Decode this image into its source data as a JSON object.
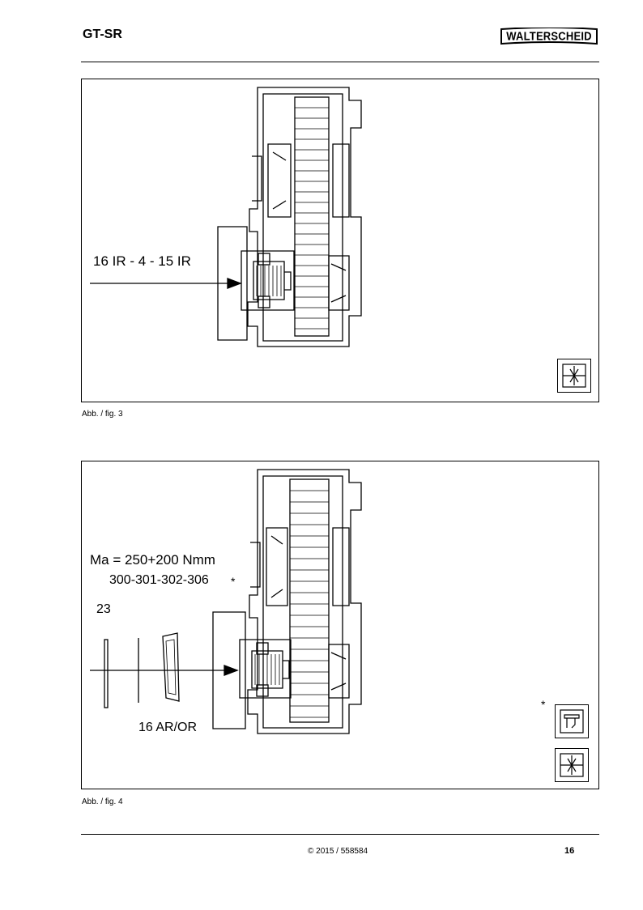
{
  "header": {
    "title": "GT-SR",
    "logo_text": "WALTERSCHEID"
  },
  "figure3": {
    "caption": "Abb. / fig. 3",
    "callouts": {
      "main": "16 IR - 4 - 15 IR"
    },
    "icons": [
      "press-fit-icon"
    ]
  },
  "figure4": {
    "caption": "Abb. / fig. 4",
    "callouts": {
      "torque": "Ma = 250+200 Nmm",
      "parts": "300-301-302-306",
      "parts_mark": "*",
      "part_23": "23",
      "part_16": "16 AR/OR",
      "icon_mark": "*"
    },
    "icons": [
      "caliper-icon",
      "press-fit-icon"
    ]
  },
  "footer": {
    "copyright": "© 2015 / 558584",
    "page_number": "16"
  }
}
